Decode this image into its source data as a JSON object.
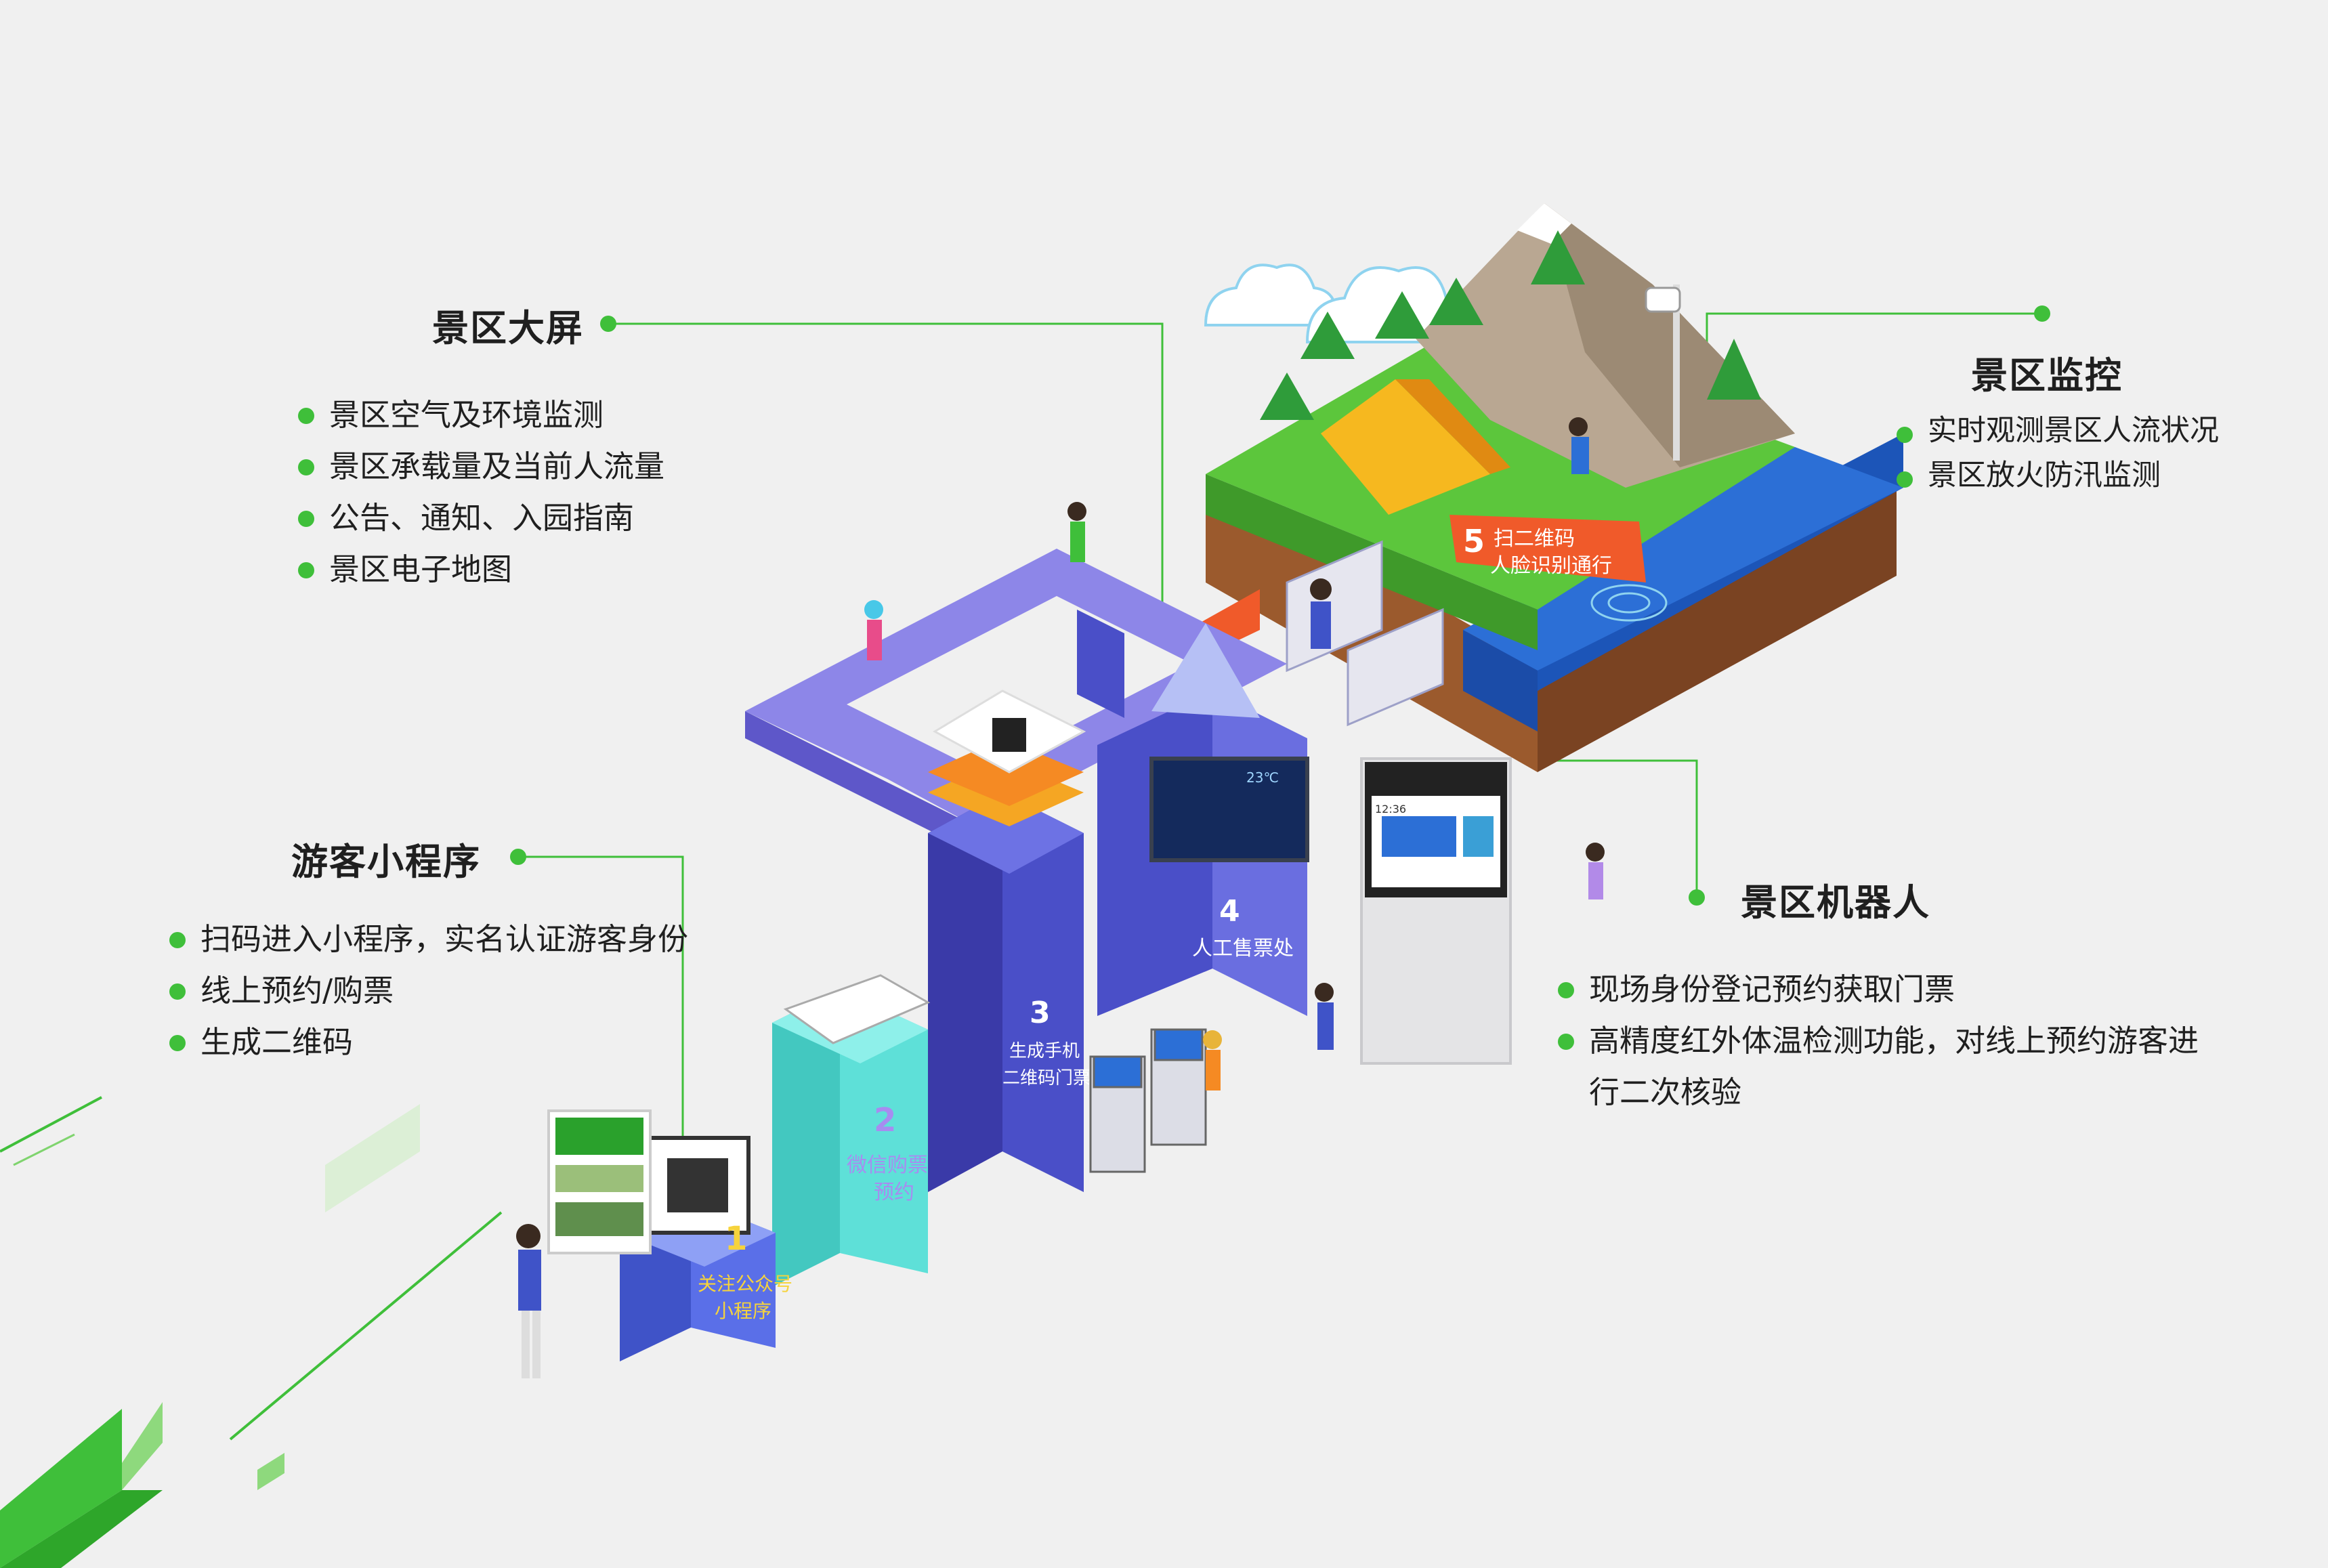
{
  "sections": {
    "big_screen": {
      "title": "景区大屏",
      "items": [
        "景区空气及环境监测",
        "景区承载量及当前人流量",
        "公告、通知、入园指南",
        "景区电子地图"
      ]
    },
    "mini_program": {
      "title": "游客小程序",
      "items": [
        "扫码进入小程序，实名认证游客身份",
        "线上预约/购票",
        "生成二维码"
      ]
    },
    "monitor": {
      "title": "景区监控",
      "items": [
        "实时观测景区人流状况",
        "景区放火防汛监测"
      ]
    },
    "robot": {
      "title": "景区机器人",
      "items": [
        "现场身份登记预约获取门票",
        "高精度红外体温检测功能，对线上预约游客进行二次核验"
      ]
    }
  },
  "steps": {
    "s1": {
      "num": "1",
      "line1": "关注公众号",
      "line2": "小程序"
    },
    "s2": {
      "num": "2",
      "line1": "微信购票",
      "line2": "预约"
    },
    "s3": {
      "num": "3",
      "line1": "生成手机",
      "line2": "二维码门票"
    },
    "s4": {
      "num": "4",
      "line1": "人工售票处"
    },
    "s5": {
      "num": "5",
      "line1": "扫二维码",
      "line2": "人脸识别通行"
    }
  },
  "screen": {
    "temp": "23℃",
    "time": "12:36"
  },
  "colors": {
    "accent_green": "#3fbf3a",
    "path_purple": "#8d86e8",
    "tower_blue": "#4a4fc8",
    "cyan": "#5ee0d8",
    "flag_red": "#f05a2a",
    "grass": "#5cc63c",
    "water": "#2c6fd6",
    "mountain": "#b9a792"
  }
}
